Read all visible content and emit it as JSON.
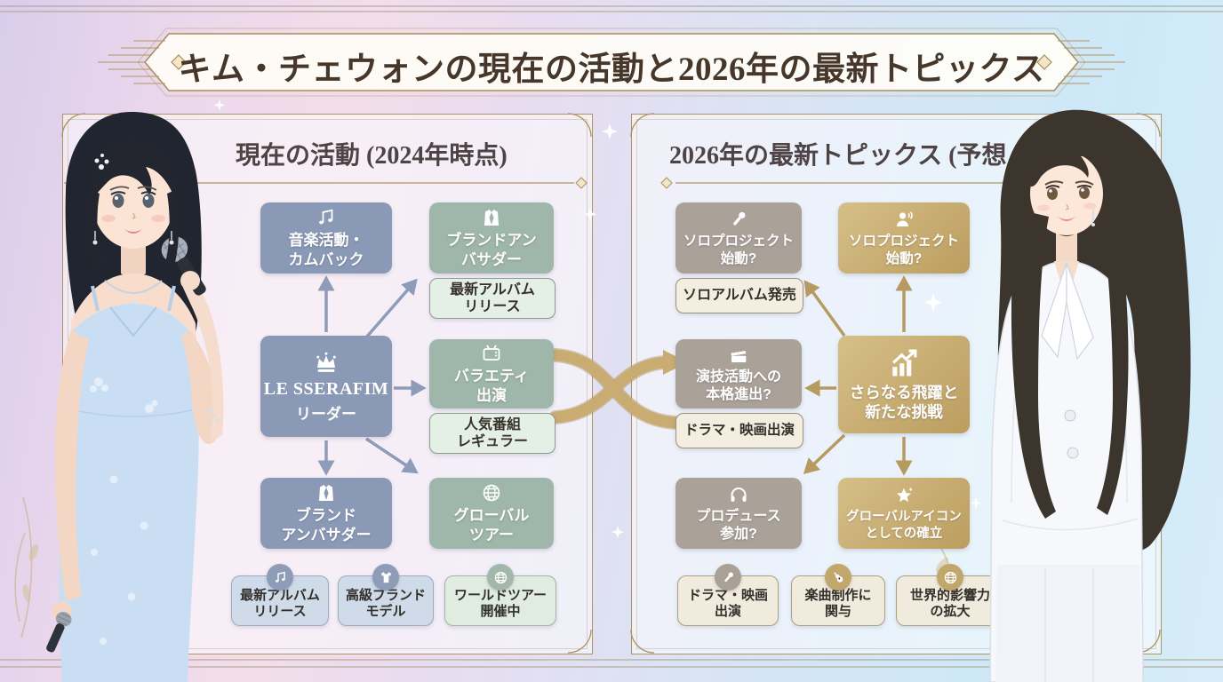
{
  "page": {
    "title": "キム・チェウォンの現在の活動と2026年の最新トピックス"
  },
  "colors": {
    "frame_gold": "#b0935f",
    "blue_box": "#8a99b6",
    "green_box": "#9fb6aa",
    "taupe_box": "#aaa198",
    "gold_box": "#c5aa70",
    "arrow_blue": "#8e9cba",
    "arrow_gold": "#b79a60",
    "swoosh_gold": "#c9ac72"
  },
  "left_panel": {
    "header": "現在の活動 (2024年時点)",
    "center_node": {
      "title": "LE SSERAFIM",
      "subtitle": "リーダー",
      "icon": "crown-icon"
    },
    "node_music": {
      "label": "音楽活動・\nカムバック",
      "icon": "music-note-icon"
    },
    "node_brand_top": {
      "label": "ブランドアン\nバサダー",
      "icon": "suit-icon",
      "sub_label": "最新アルバム\nリリース"
    },
    "node_variety": {
      "label": "バラエティ\n出演",
      "icon": "tv-icon",
      "sub_label": "人気番組\nレギュラー"
    },
    "node_brand_bottom": {
      "label": "ブランド\nアンバサダー",
      "icon": "suit-icon"
    },
    "node_tour": {
      "label": "グローバル\nツアー",
      "icon": "globe-icon"
    },
    "badges": [
      {
        "label": "最新アルバム\nリリース",
        "icon": "music-note-icon"
      },
      {
        "label": "高級ブランド\nモデル",
        "icon": "tshirt-icon"
      },
      {
        "label": "ワールドツアー\n開催中",
        "icon": "globe-icon"
      }
    ]
  },
  "right_panel": {
    "header": "2026年の最新トピックス (予想・展望)",
    "center_node": {
      "label": "さらなる飛躍と\n新たな挑戦",
      "icon": "growth-chart-icon"
    },
    "node_solo_left": {
      "label": "ソロプロジェクト\n始動?",
      "icon": "microphone-icon",
      "sub_label": "ソロアルバム発売"
    },
    "node_solo_right": {
      "label": "ソロプロジェクト\n始動?",
      "icon": "person-icon"
    },
    "node_acting": {
      "label": "演技活動への\n本格進出?",
      "icon": "clapperboard-icon",
      "sub_label": "ドラマ・映画出演"
    },
    "node_produce": {
      "label": "プロデュース\n参加?",
      "icon": "headphones-icon"
    },
    "node_global": {
      "label": "グローバルアイコン\nとしての確立",
      "icon": "star-icon"
    },
    "badges": [
      {
        "label": "ドラマ・映画\n出演",
        "icon": "microphone-icon"
      },
      {
        "label": "楽曲制作に\n関与",
        "icon": "guitar-icon"
      },
      {
        "label": "世界的影響力\nの拡大",
        "icon": "globe-icon"
      }
    ]
  }
}
